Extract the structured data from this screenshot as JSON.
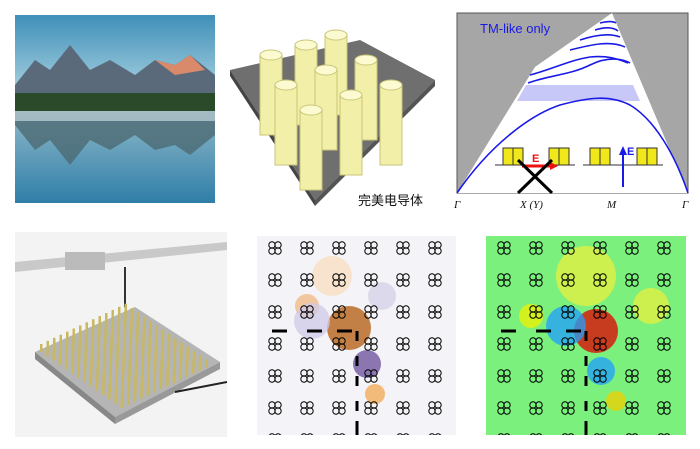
{
  "panel_b": {
    "label": "完美电导体"
  },
  "band_diagram": {
    "annotation": "TM-like only",
    "x_ticks": [
      "Γ",
      "X (Y)",
      "M",
      "Γ"
    ],
    "inset_left_field_label": "E",
    "inset_right_field_label": "E",
    "colors": {
      "bands": "#1a1ae6",
      "gap": "#c8c8f8",
      "light_cone": "#a6a6a6",
      "pillar": "#f0e81a"
    }
  },
  "field_maps": {
    "rows": 6,
    "cols": 6,
    "left_colormap": "orange-purple",
    "right_colormap": "jet"
  }
}
